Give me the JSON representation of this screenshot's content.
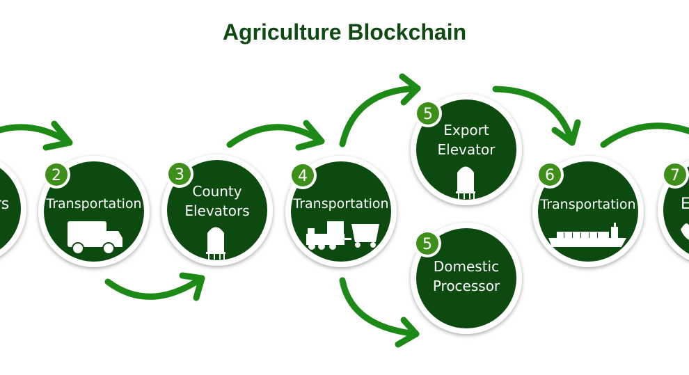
{
  "title": "Agriculture Blockchain",
  "colors": {
    "node_fill": "#0d4a10",
    "arrow": "#1d8a17",
    "badge": "#3d8f1a",
    "title": "#0f4a12"
  },
  "nodes": [
    {
      "id": "farmers",
      "label_lines": [
        "rs"
      ],
      "icon": "none-visible"
    },
    {
      "id": "transport-2",
      "step": "2",
      "label_lines": [
        "Transportation"
      ],
      "icon": "truck-icon"
    },
    {
      "id": "county-elevators",
      "step": "3",
      "label_lines": [
        "County",
        "Elevators"
      ],
      "icon": "silo-icon"
    },
    {
      "id": "transport-4",
      "step": "4",
      "label_lines": [
        "Transportation"
      ],
      "icon": "train-icon"
    },
    {
      "id": "export-elevator",
      "step": "5",
      "label_lines": [
        "Export",
        "Elevator"
      ],
      "icon": "silo-icon"
    },
    {
      "id": "domestic-processor",
      "step": "5",
      "label_lines": [
        "Domestic",
        "Processor"
      ],
      "icon": "none"
    },
    {
      "id": "transport-6",
      "step": "6",
      "label_lines": [
        "Transportation"
      ],
      "icon": "ship-icon"
    },
    {
      "id": "end-7",
      "step": "7",
      "label_lines": [
        "E"
      ],
      "icon": "chicken-icon"
    }
  ]
}
